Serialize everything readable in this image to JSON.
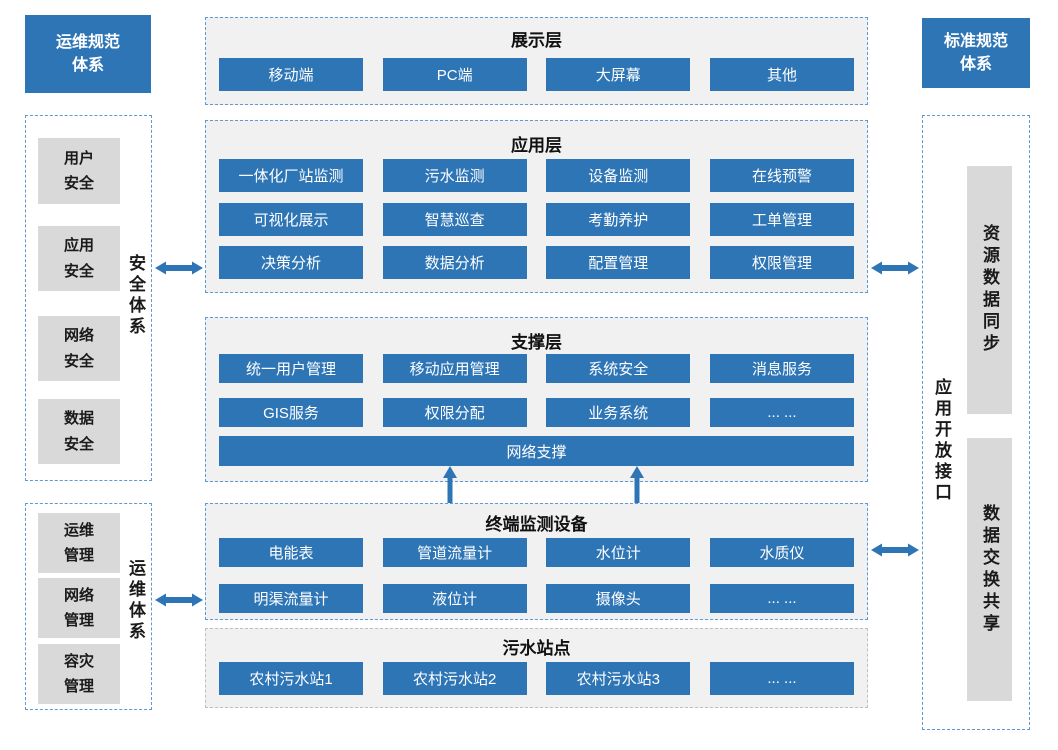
{
  "palette": {
    "primary_blue": "#2E75B6",
    "layer_bg": "#F1F1F1",
    "gray_box": "#D9D9D9",
    "dashed_blue": "#5B9BD5",
    "dashed_gray": "#BFBFBF"
  },
  "left_panel": {
    "header": "运维规范体系",
    "security_group": {
      "label": "安全体系",
      "items": [
        "用户安全",
        "应用安全",
        "网络安全",
        "数据安全"
      ]
    },
    "ops_group": {
      "label": "运维体系",
      "items": [
        "运维管理",
        "网络管理",
        "容灾管理"
      ]
    }
  },
  "right_panel": {
    "header": "标准规范体系",
    "side_label": "应用开放接口",
    "bars": [
      "资源数据同步",
      "数据交换共享"
    ]
  },
  "layers": {
    "display": {
      "title": "展示层",
      "row1": [
        "移动端",
        "PC端",
        "大屏幕",
        "其他"
      ]
    },
    "application": {
      "title": "应用层",
      "row1": [
        "一体化厂站监测",
        "污水监测",
        "设备监测",
        "在线预警"
      ],
      "row2": [
        "可视化展示",
        "智慧巡查",
        "考勤养护",
        "工单管理"
      ],
      "row3": [
        "决策分析",
        "数据分析",
        "配置管理",
        "权限管理"
      ]
    },
    "support": {
      "title": "支撑层",
      "row1": [
        "统一用户管理",
        "移动应用管理",
        "系统安全",
        "消息服务"
      ],
      "row2": [
        "GIS服务",
        "权限分配",
        "业务系统",
        "... ..."
      ],
      "bar": "网络支撑"
    },
    "terminal": {
      "title": "终端监测设备",
      "row1": [
        "电能表",
        "管道流量计",
        "水位计",
        "水质仪"
      ],
      "row2": [
        "明渠流量计",
        "液位计",
        "摄像头",
        "... ..."
      ]
    },
    "stations": {
      "title": "污水站点",
      "row1": [
        "农村污水站1",
        "农村污水站2",
        "农村污水站3",
        "... ..."
      ]
    }
  }
}
